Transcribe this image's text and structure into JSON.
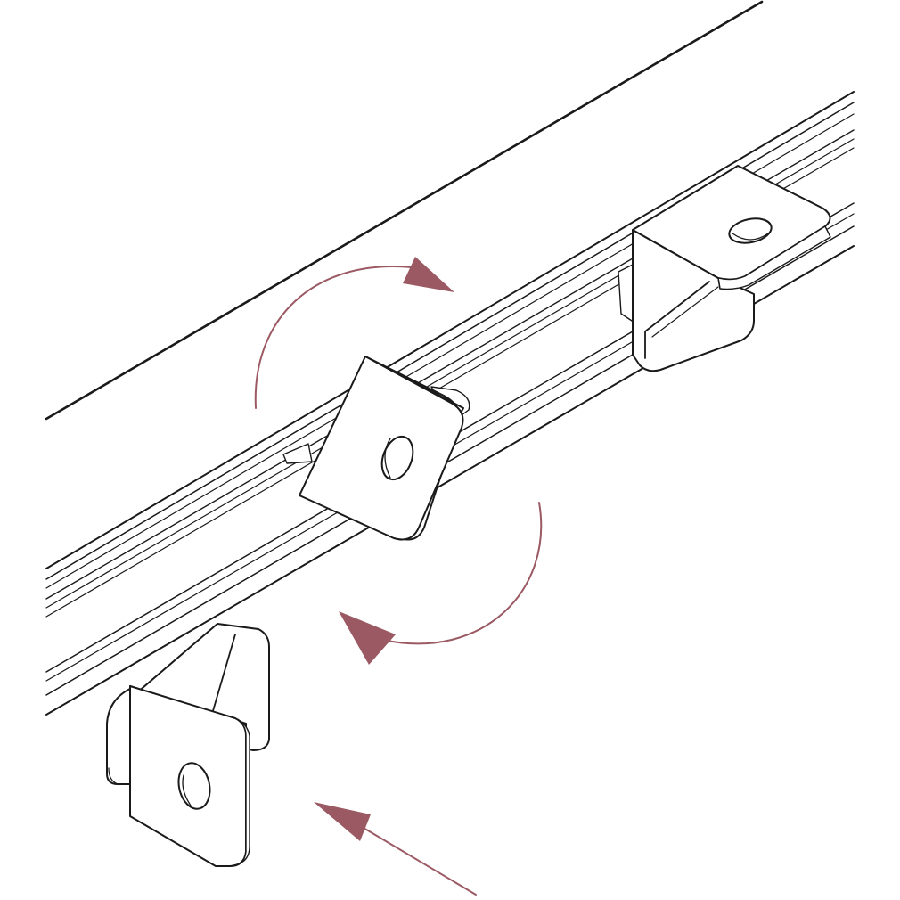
{
  "colors": {
    "line": "#1a1a1a",
    "arrow": "#9b5a63",
    "background": "#ffffff"
  },
  "diagram": {
    "components": [
      "extrusion-profile",
      "t-slot-rail",
      "fixed-bracket",
      "rotating-bracket",
      "inserting-bracket"
    ],
    "arrows": [
      {
        "kind": "rotation",
        "direction": "clockwise"
      },
      {
        "kind": "rotation",
        "direction": "clockwise"
      },
      {
        "kind": "insertion",
        "direction": "toward-rail"
      }
    ]
  }
}
